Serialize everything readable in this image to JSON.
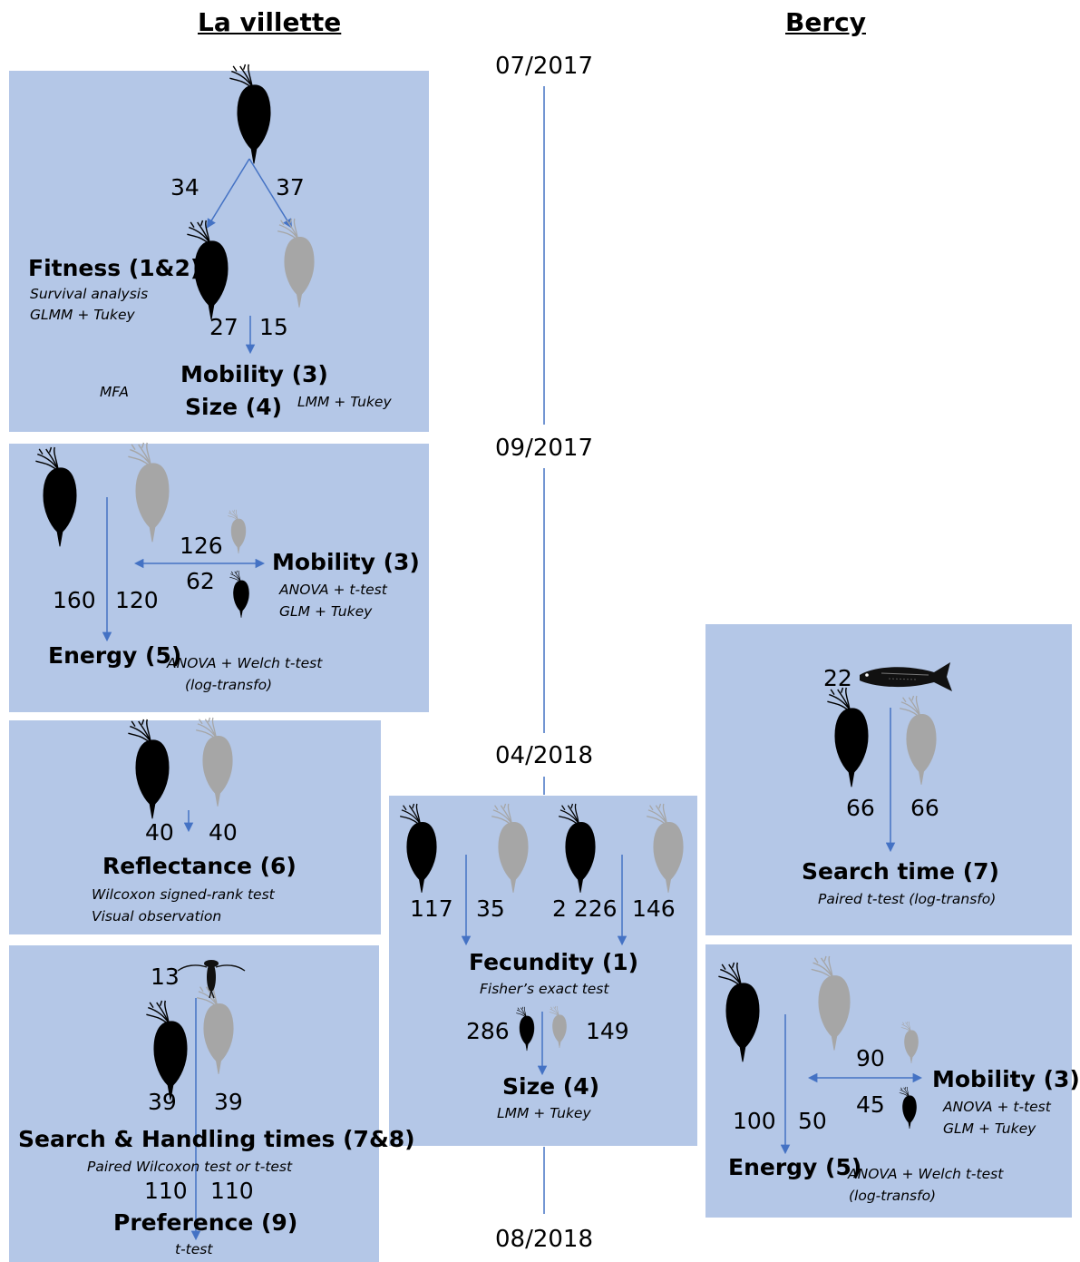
{
  "headers": {
    "left": "La villette",
    "right": "Bercy"
  },
  "dates": [
    "07/2017",
    "09/2017",
    "04/2018",
    "08/2018"
  ],
  "colors": {
    "box": "#b4c7e7",
    "arrow": "#4472c4",
    "dark_daphnia": "#000000",
    "light_daphnia": "#a6a6a6"
  },
  "icons": {
    "daphnia": "daphnia-icon",
    "fish": "fish-icon",
    "chaoborus": "chaoborus-larva-icon"
  },
  "box1": {
    "n_left": "34",
    "n_right": "37",
    "fitness": "Fitness (1&2)",
    "survival": "Survival analysis",
    "glmm": "GLMM + Tukey",
    "n_a": "27",
    "n_b": "15",
    "mobility": "Mobility (3)",
    "size": "Size (4)",
    "mfa": "MFA",
    "lmm": "LMM + Tukey"
  },
  "box2": {
    "n_126": "126",
    "n_62": "62",
    "n_160": "160",
    "n_120": "120",
    "mobility": "Mobility (3)",
    "anova_t": "ANOVA + t-test",
    "glm": "GLM + Tukey",
    "energy": "Energy (5)",
    "welch": "ANOVA + Welch t-test",
    "log": "(log-transfo)"
  },
  "box3": {
    "n_left": "40",
    "n_right": "40",
    "title": "Reflectance (6)",
    "wilcoxon": "Wilcoxon signed-rank test",
    "visual": "Visual observation"
  },
  "box4": {
    "n_13": "13",
    "n_left": "39",
    "n_right": "39",
    "title": "Search & Handling times (7&8)",
    "test": "Paired Wilcoxon test or t-test",
    "n_110a": "110",
    "n_110b": "110",
    "pref": "Preference (9)",
    "ttest": "t-test"
  },
  "box5": {
    "n_117": "117",
    "n_35": "35",
    "n_2226": "2 226",
    "n_146": "146",
    "fecundity": "Fecundity (1)",
    "fisher": "Fisher’s exact test",
    "n_286": "286",
    "n_149": "149",
    "size": "Size (4)",
    "lmm": "LMM + Tukey"
  },
  "box6": {
    "n_22": "22",
    "n_left": "66",
    "n_right": "66",
    "title": "Search time (7)",
    "test": "Paired t-test (log-transfo)"
  },
  "box7": {
    "n_90": "90",
    "n_45": "45",
    "n_100": "100",
    "n_50": "50",
    "mobility": "Mobility (3)",
    "anova_t": "ANOVA + t-test",
    "glm": "GLM + Tukey",
    "energy": "Energy (5)",
    "welch": "ANOVA + Welch t-test",
    "log": "(log-transfo)"
  }
}
